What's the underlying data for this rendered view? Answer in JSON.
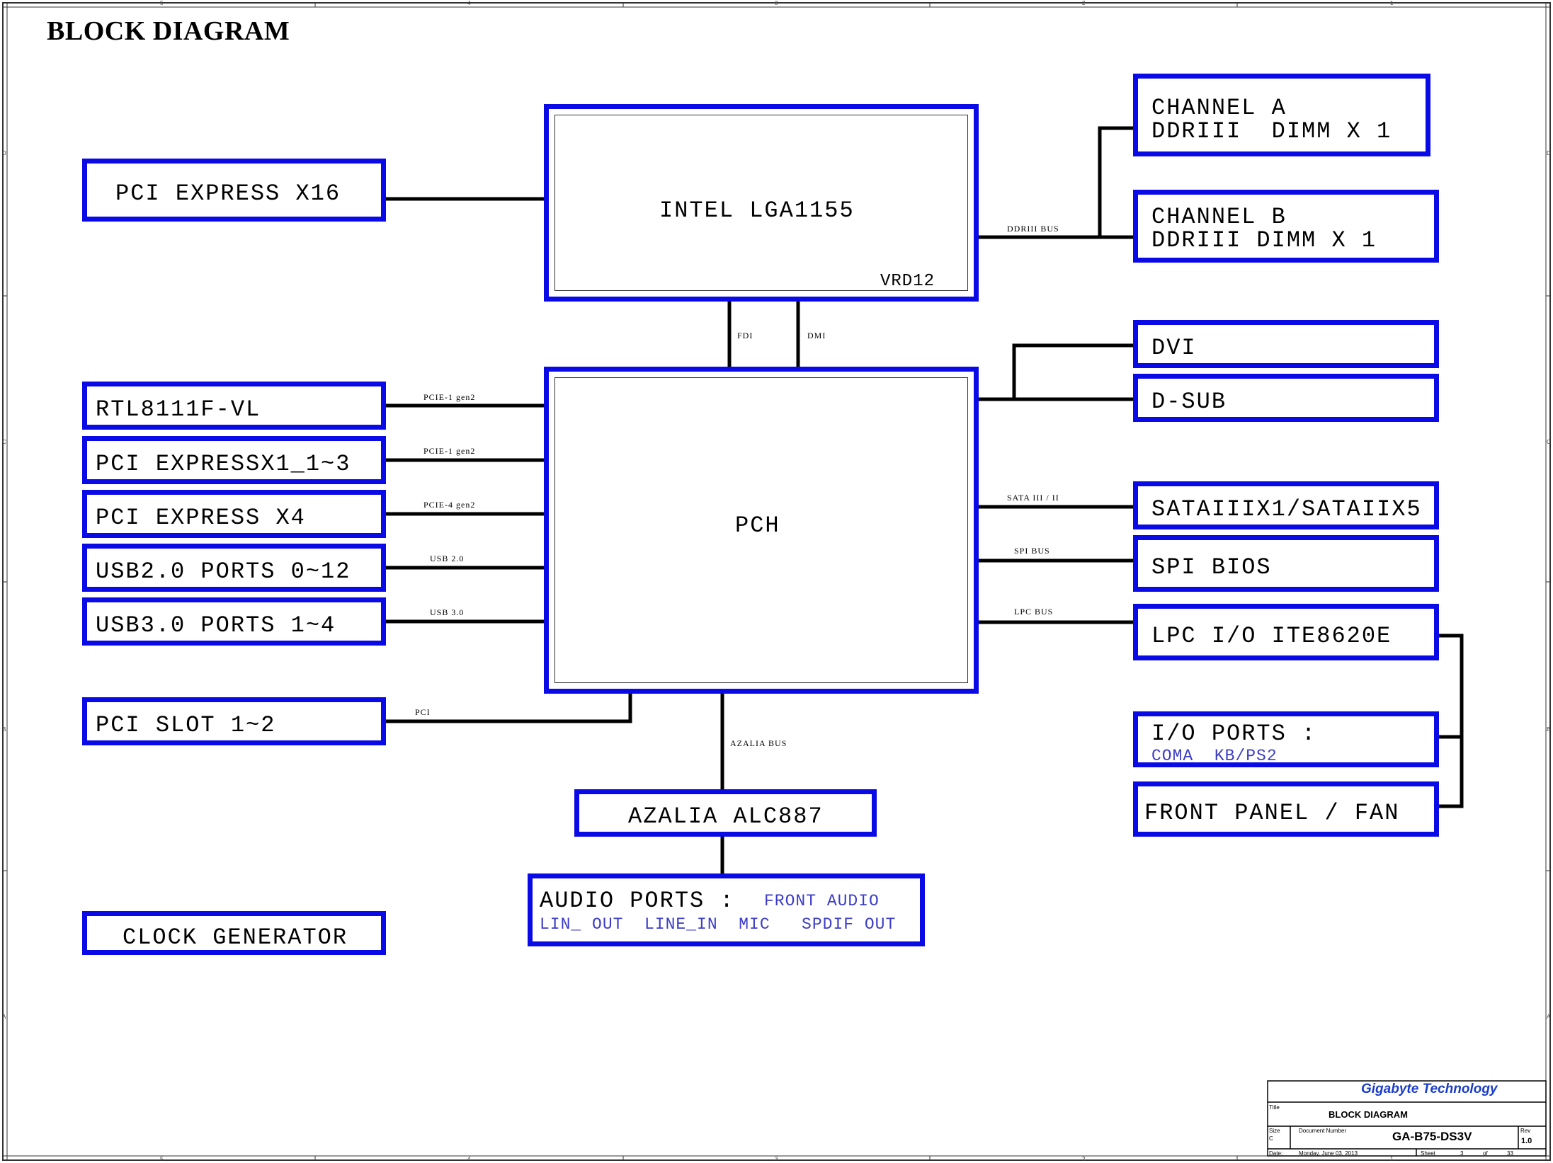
{
  "title": "BLOCK DIAGRAM",
  "colors": {
    "block_border": "#0a0ae6",
    "sub_text": "#3c3cc8",
    "line": "#000000",
    "company": "#1a3cc8"
  },
  "blocks": {
    "cpu": {
      "label": "INTEL LGA1155",
      "sub": "VRD12"
    },
    "pch": {
      "label": "PCH"
    },
    "pcie_x16": {
      "label": "PCI EXPRESS X16"
    },
    "rtl": {
      "label": "RTL8111F-VL"
    },
    "pcie_x1": {
      "label": "PCI EXPRESSX1_1~3"
    },
    "pcie_x4": {
      "label": "PCI EXPRESS X4"
    },
    "usb2": {
      "label": "USB2.0 PORTS 0~12"
    },
    "usb3": {
      "label": "USB3.0 PORTS 1~4"
    },
    "pci_slot": {
      "label": "PCI SLOT 1~2"
    },
    "clock": {
      "label": "CLOCK GENERATOR"
    },
    "azalia": {
      "label": "AZALIA ALC887"
    },
    "audio_ports": {
      "label": "AUDIO PORTS :",
      "front_audio": "FRONT AUDIO",
      "items": "LIN_ OUT  LINE_IN  MIC   SPDIF OUT"
    },
    "channel_a": {
      "line1": "CHANNEL A",
      "line2": "DDRIII  DIMM X 1"
    },
    "channel_b": {
      "line1": "CHANNEL B",
      "line2": "DDRIII DIMM X 1"
    },
    "dvi": {
      "label": "DVI"
    },
    "dsub": {
      "label": "D-SUB"
    },
    "sata": {
      "label": "SATAIIIX1/SATAIIX5"
    },
    "spi": {
      "label": "SPI BIOS"
    },
    "lpc": {
      "label": "LPC I/O ITE8620E"
    },
    "io_ports": {
      "label": "I/O PORTS :",
      "sub": "COMA  KB/PS2"
    },
    "front_panel": {
      "label": "FRONT PANEL / FAN"
    }
  },
  "buses": {
    "ddr": "DDRIII BUS",
    "fdi": "FDI",
    "dmi": "DMI",
    "pcie1_a": "PCIE-1 gen2",
    "pcie1_b": "PCIE-1 gen2",
    "pcie4": "PCIE-4 gen2",
    "usb2": "USB 2.0",
    "usb3": "USB 3.0",
    "pci": "PCI",
    "azalia": "AZALIA BUS",
    "sata": "SATA III / II",
    "spi": "SPI BUS",
    "lpc": "LPC BUS"
  },
  "title_block": {
    "company": "Gigabyte Technology",
    "title_label": "Title",
    "doc_title": "BLOCK DIAGRAM",
    "size_label": "Size",
    "size": "C",
    "docnum_label": "Document Number",
    "docnum": "GA-B75-DS3V",
    "rev_label": "Rev",
    "rev": "1.0",
    "date_label": "Date:",
    "date": "Monday, June 03, 2013",
    "sheet_label": "Sheet",
    "sheet": "3",
    "of_label": "of",
    "total": "33"
  },
  "frame": {
    "cols": [
      "5",
      "4",
      "3",
      "2",
      "1"
    ],
    "rows": [
      "D",
      "C",
      "B",
      "A"
    ]
  }
}
